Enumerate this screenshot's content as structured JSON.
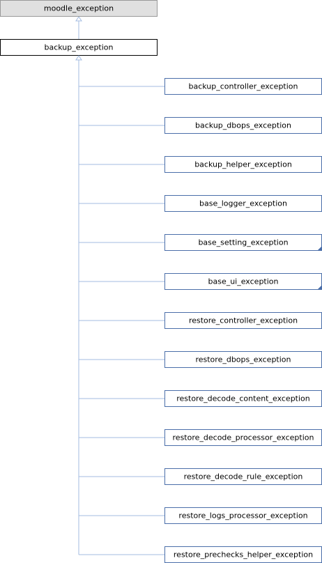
{
  "colors": {
    "root_fill": "#e0e0e0",
    "root_border": "#999999",
    "node_fill": "#ffffff",
    "focus_border": "#000000",
    "child_border": "#4a6ea9",
    "edge": "#a3bbe0",
    "corner_marker": "#4a6ea9"
  },
  "diagram": {
    "root": {
      "label": "moodle_exception"
    },
    "focus": {
      "label": "backup_exception"
    },
    "children": [
      {
        "label": "backup_controller_exception",
        "has_more": false
      },
      {
        "label": "backup_dbops_exception",
        "has_more": false
      },
      {
        "label": "backup_helper_exception",
        "has_more": false
      },
      {
        "label": "base_logger_exception",
        "has_more": false
      },
      {
        "label": "base_setting_exception",
        "has_more": true
      },
      {
        "label": "base_ui_exception",
        "has_more": true
      },
      {
        "label": "restore_controller_exception",
        "has_more": false
      },
      {
        "label": "restore_dbops_exception",
        "has_more": false
      },
      {
        "label": "restore_decode_content_exception",
        "has_more": false
      },
      {
        "label": "restore_decode_processor_exception",
        "has_more": false
      },
      {
        "label": "restore_decode_rule_exception",
        "has_more": false
      },
      {
        "label": "restore_logs_processor_exception",
        "has_more": false
      },
      {
        "label": "restore_prechecks_helper_exception",
        "has_more": false
      }
    ]
  }
}
